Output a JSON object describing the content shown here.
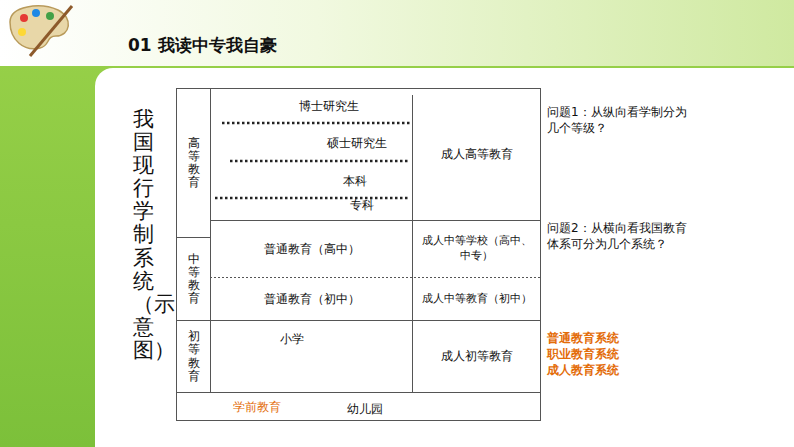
{
  "diagram": {
    "title": "01 我读中专我自豪",
    "nodes": [
      {
        "text": [
          "高等教育"
        ]
      },
      {
        "text": [
          "中等教育"
        ]
      },
      {
        "text": [
          "初等教育"
        ]
      },
      {
        "text": [
          "博士研究生",
          "硕士研究生",
          "本科",
          "专科"
        ]
      },
      {
        "text": [
          "成人高等教育"
        ]
      },
      {
        "text": [
          "普通教育（高中）"
        ]
      },
      {
        "text": [
          "成人中等学校（高中、中专）"
        ]
      },
      {
        "text": [
          "普通教育（初中）"
        ]
      },
      {
        "text": [
          "成人中等教育（初中）"
        ]
      },
      {
        "text": [
          "小学"
        ]
      },
      {
        "text": [
          "成人初等教育"
        ]
      },
      {
        "text": [
          "学前教育",
          "幼儿园"
        ]
      }
    ],
    "labels": [
      "我国现行学制系统（示意图）",
      "问题1：从纵向看学制分为几个等级？",
      "问题2：从横向看我国教育体系可分为几个系统？",
      "普通教育系统",
      "职业教育系统",
      "成人教育系统"
    ]
  }
}
